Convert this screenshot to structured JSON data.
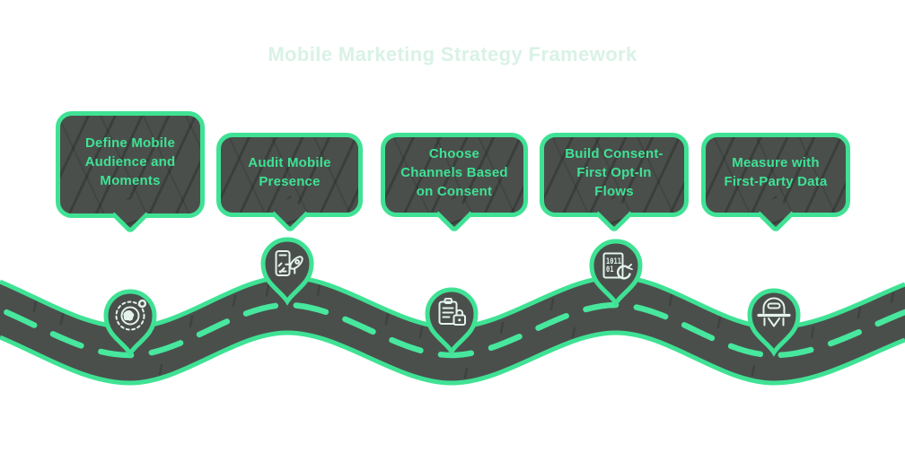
{
  "title": "Mobile Marketing Strategy Framework",
  "colors": {
    "accent_green": "#3fe294",
    "dash_green": "#47e79d",
    "panel_fill": "#4a4f4c",
    "title_green": "#d9f2e6",
    "icon_stroke": "#e4f3ec",
    "background": "#ffffff"
  },
  "steps": [
    {
      "label": "Define Mobile Audience and Moments",
      "icon": "global-audience-icon"
    },
    {
      "label": "Audit Mobile Presence",
      "icon": "phone-rocket-icon"
    },
    {
      "label": "Choose Channels Based on Consent",
      "icon": "clipboard-lock-icon"
    },
    {
      "label": "Build Consent-First Opt-In Flows",
      "icon": "binary-file-sync-icon"
    },
    {
      "label": "Measure with First-Party Data",
      "icon": "incognito-hat-icon"
    }
  ],
  "binary_file": {
    "line1": "1011",
    "line2": "01"
  }
}
